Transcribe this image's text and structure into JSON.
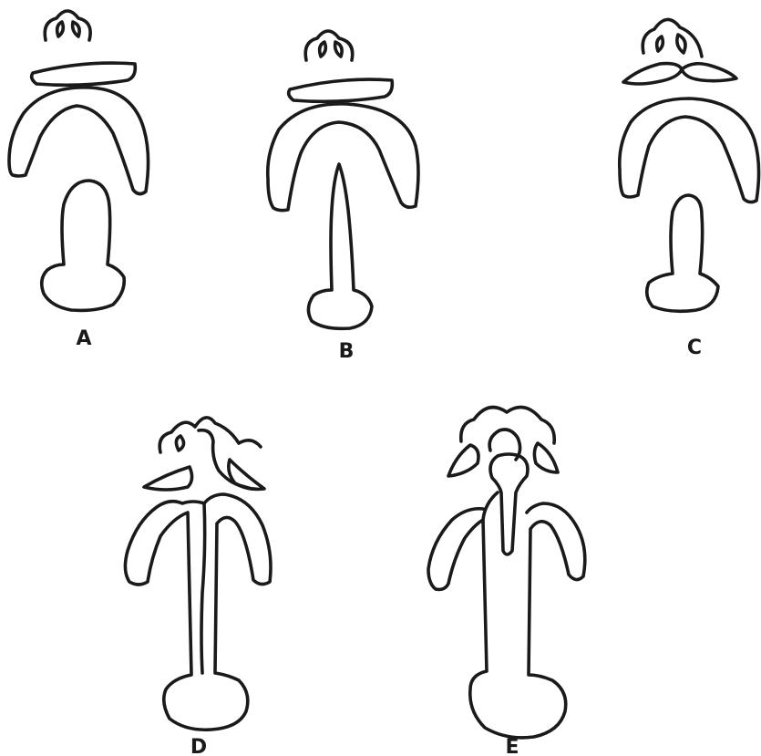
{
  "figures": [
    {
      "id": "A",
      "label": "A"
    },
    {
      "id": "B",
      "label": "B"
    },
    {
      "id": "C",
      "label": "C"
    },
    {
      "id": "D",
      "label": "D"
    },
    {
      "id": "E",
      "label": "E"
    }
  ],
  "colors": {
    "ink": "#1a1a1a",
    "background": "#ffffff"
  }
}
